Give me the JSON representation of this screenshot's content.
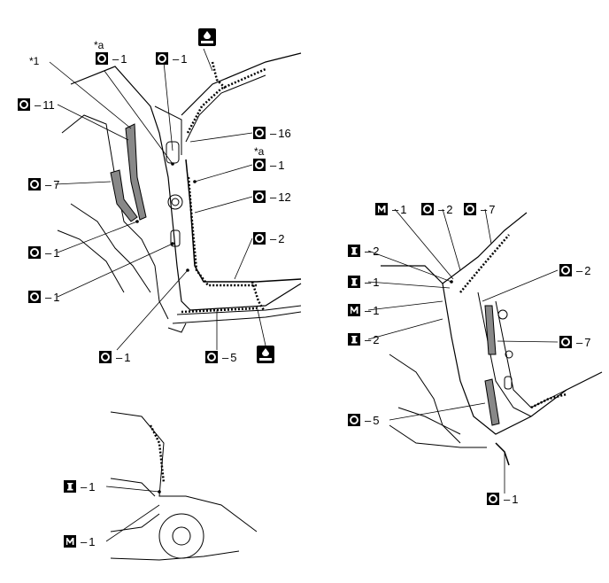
{
  "callouts": {
    "top_o1_a": {
      "mark": "o",
      "sep": "–",
      "num": "1",
      "note": "*a"
    },
    "top_o1_b": {
      "mark": "o",
      "sep": "–",
      "num": "1"
    },
    "star1": "*1",
    "o11": {
      "mark": "o",
      "sep": "–",
      "num": "11"
    },
    "o16": {
      "mark": "o",
      "sep": "–",
      "num": "16"
    },
    "o1_mid": {
      "mark": "o",
      "sep": "–",
      "num": "1",
      "note": "*a"
    },
    "o7_left": {
      "mark": "o",
      "sep": "–",
      "num": "7"
    },
    "o12": {
      "mark": "o",
      "sep": "–",
      "num": "12"
    },
    "o2_left": {
      "mark": "o",
      "sep": "–",
      "num": "2"
    },
    "o1_left_a": {
      "mark": "o",
      "sep": "–",
      "num": "1"
    },
    "o1_left_b": {
      "mark": "o",
      "sep": "–",
      "num": "1"
    },
    "o1_bottom": {
      "mark": "o",
      "sep": "–",
      "num": "1"
    },
    "o5_left": {
      "mark": "o",
      "sep": "–",
      "num": "5"
    },
    "m1_right": {
      "mark": "m",
      "sep": "–",
      "num": "1"
    },
    "o2_right_top": {
      "mark": "o",
      "sep": "–",
      "num": "2"
    },
    "o7_right_top": {
      "mark": "o",
      "sep": "–",
      "num": "7"
    },
    "i2_right_a": {
      "mark": "i",
      "sep": "–",
      "num": "2"
    },
    "o2_right": {
      "mark": "o",
      "sep": "–",
      "num": "2"
    },
    "i1_right": {
      "mark": "i",
      "sep": "–",
      "num": "1"
    },
    "m1_right_b": {
      "mark": "m",
      "sep": "–",
      "num": "1"
    },
    "i2_right_b": {
      "mark": "i",
      "sep": "–",
      "num": "2"
    },
    "o7_right": {
      "mark": "o",
      "sep": "–",
      "num": "7"
    },
    "o5_right": {
      "mark": "o",
      "sep": "–",
      "num": "5"
    },
    "o1_right_bottom": {
      "mark": "o",
      "sep": "–",
      "num": "1"
    },
    "i1_small": {
      "mark": "i",
      "sep": "–",
      "num": "1"
    },
    "m1_small": {
      "mark": "m",
      "sep": "–",
      "num": "1"
    }
  },
  "icons": {
    "sealer_top": "sealer-gun-icon",
    "sealer_bottom": "sealer-gun-icon"
  },
  "colors": {
    "ink": "#000000",
    "sealer_fill": "#888888"
  }
}
